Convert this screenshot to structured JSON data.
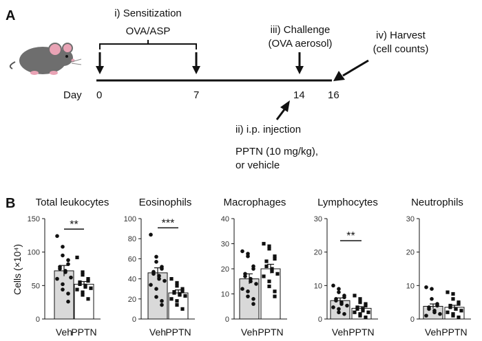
{
  "panel_a": {
    "letter": "A",
    "steps": {
      "sensitization_1": "i) Sensitization",
      "sensitization_2": "OVA/ASP",
      "challenge_1": "iii) Challenge",
      "challenge_2": "(OVA aerosol)",
      "harvest_1": "iv) Harvest",
      "harvest_2": "(cell counts)",
      "injection_1": "ii) i.p. injection",
      "injection_2": "PPTN (10 mg/kg),",
      "injection_3": "or vehicle"
    },
    "day_label": "Day",
    "days": [
      "0",
      "7",
      "14",
      "16"
    ]
  },
  "panel_b": {
    "letter": "B"
  },
  "chart_data": [
    {
      "type": "bar",
      "title": "Total leukocytes",
      "ylabel": "Cells (×10⁴)",
      "ylim": [
        0,
        150
      ],
      "yticks": [
        "0",
        "50",
        "100",
        "150"
      ],
      "categories": [
        "Veh",
        "PPTN"
      ],
      "values": [
        72,
        52
      ],
      "errors": [
        8,
        4
      ],
      "points": [
        [
          124,
          108,
          95,
          88,
          82,
          78,
          75,
          72,
          70,
          62,
          60,
          52,
          44,
          38,
          26
        ],
        [
          92,
          70,
          66,
          60,
          57,
          55,
          52,
          50,
          48,
          46,
          44,
          40,
          36,
          30
        ]
      ],
      "significance": "**"
    },
    {
      "type": "bar",
      "title": "Eosinophils",
      "ylabel": "",
      "ylim": [
        0,
        100
      ],
      "yticks": [
        "0",
        "20",
        "40",
        "60",
        "80",
        "100"
      ],
      "categories": [
        "Veh",
        "PPTN"
      ],
      "values": [
        46,
        26
      ],
      "errors": [
        5,
        3
      ],
      "points": [
        [
          84,
          62,
          57,
          52,
          50,
          47,
          45,
          43,
          40,
          38,
          34,
          30,
          22,
          18,
          14
        ],
        [
          40,
          36,
          33,
          30,
          28,
          27,
          26,
          25,
          24,
          23,
          20,
          18,
          14,
          10
        ]
      ],
      "significance": "***"
    },
    {
      "type": "bar",
      "title": "Macrophages",
      "ylabel": "",
      "ylim": [
        0,
        40
      ],
      "yticks": [
        "0",
        "10",
        "20",
        "30",
        "40"
      ],
      "categories": [
        "Veh",
        "PPTN"
      ],
      "values": [
        16,
        20
      ],
      "errors": [
        2,
        1.8
      ],
      "points": [
        [
          27,
          26,
          25,
          21,
          20,
          18,
          17,
          16,
          15,
          14,
          12,
          11,
          9,
          8,
          6
        ],
        [
          30,
          29,
          28,
          25,
          24,
          23,
          21,
          20,
          19,
          18,
          17,
          15,
          13,
          11,
          9
        ]
      ],
      "significance": ""
    },
    {
      "type": "bar",
      "title": "Lymphocytes",
      "ylabel": "",
      "ylim": [
        0,
        30
      ],
      "yticks": [
        "0",
        "10",
        "20",
        "30"
      ],
      "categories": [
        "Veh",
        "PPTN"
      ],
      "values": [
        5.5,
        3.2
      ],
      "errors": [
        0.8,
        0.5
      ],
      "points": [
        [
          10,
          9,
          8,
          7,
          6.5,
          6,
          5.5,
          5,
          4.5,
          4,
          3.5,
          3,
          2,
          1.5
        ],
        [
          7,
          6,
          5,
          4.5,
          4,
          3.5,
          3,
          3,
          2.5,
          2,
          2,
          1.5,
          1,
          0.5
        ]
      ],
      "significance": "**"
    },
    {
      "type": "bar",
      "title": "Neutrophils",
      "ylabel": "",
      "ylim": [
        0,
        30
      ],
      "yticks": [
        "0",
        "10",
        "20",
        "30"
      ],
      "categories": [
        "Veh",
        "PPTN"
      ],
      "values": [
        3.8,
        3.5
      ],
      "errors": [
        0.7,
        0.6
      ],
      "points": [
        [
          9.5,
          9,
          6,
          4.5,
          4,
          3.5,
          3,
          2.5,
          2,
          1.5,
          1
        ],
        [
          8,
          7.5,
          6,
          5,
          4.5,
          4,
          3.5,
          3,
          3,
          2.5,
          2,
          1.5,
          1,
          0.5
        ]
      ],
      "significance": ""
    }
  ],
  "colors": {
    "veh_bar": "#d9d9d9",
    "pptn_bar": "#ffffff",
    "ink": "#111111"
  }
}
